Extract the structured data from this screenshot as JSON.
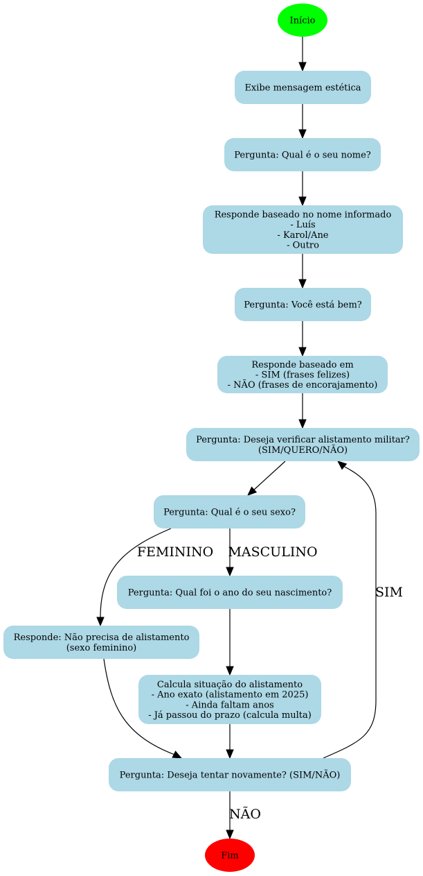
{
  "colors": {
    "box_fill": "#add8e6",
    "start_fill": "#00ff00",
    "end_fill": "#ff0000",
    "edge": "#000000"
  },
  "nodes": {
    "inicio": {
      "lines": [
        "Início"
      ]
    },
    "msg": {
      "lines": [
        "Exibe mensagem estética"
      ]
    },
    "nome": {
      "lines": [
        "Pergunta: Qual é o seu nome?"
      ]
    },
    "resp_nome": {
      "lines": [
        "Responde baseado no nome informado",
        "- Luís",
        "- Karol/Ane",
        "- Outro"
      ]
    },
    "bem": {
      "lines": [
        "Pergunta: Você está bem?"
      ]
    },
    "resp_bem": {
      "lines": [
        "Responde baseado em",
        "- SIM (frases felizes)",
        "- NÃO (frases de encorajamento)"
      ]
    },
    "alist": {
      "lines": [
        "Pergunta: Deseja verificar alistamento militar?",
        "(SIM/QUERO/NÃO)"
      ]
    },
    "sexo": {
      "lines": [
        "Pergunta: Qual é o seu sexo?"
      ]
    },
    "ano": {
      "lines": [
        "Pergunta: Qual foi o ano do seu nascimento?"
      ]
    },
    "fem": {
      "lines": [
        "Responde: Não precisa de alistamento",
        "(sexo feminino)"
      ]
    },
    "calc": {
      "lines": [
        "Calcula situação do alistamento",
        "- Ano exato (alistamento em 2025)",
        "- Ainda faltam anos",
        "- Já passou do prazo (calcula multa)"
      ]
    },
    "novo": {
      "lines": [
        "Pergunta: Deseja tentar novamente? (SIM/NÃO)"
      ]
    },
    "fim": {
      "lines": [
        "Fim"
      ]
    }
  },
  "edge_labels": {
    "feminino": "FEMININO",
    "masculino": "MASCULINO",
    "sim": "SIM",
    "nao": "NÃO"
  }
}
